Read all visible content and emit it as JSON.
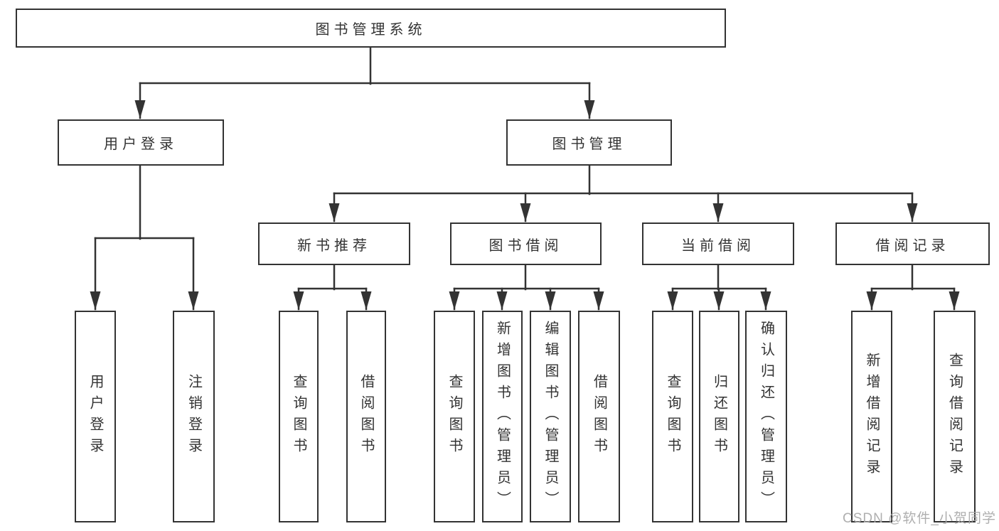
{
  "tree": {
    "root": "图书管理系统",
    "children": [
      {
        "label": "用户登录",
        "children": [
          {
            "label": "用户登录"
          },
          {
            "label": "注销登录"
          }
        ]
      },
      {
        "label": "图书管理",
        "children": [
          {
            "label": "新书推荐",
            "children": [
              {
                "label": "查询图书"
              },
              {
                "label": "借阅图书"
              }
            ]
          },
          {
            "label": "图书借阅",
            "children": [
              {
                "label": "查询图书"
              },
              {
                "label": "新增图书（管理员）"
              },
              {
                "label": "编辑图书（管理员）"
              },
              {
                "label": "借阅图书"
              }
            ]
          },
          {
            "label": "当前借阅",
            "children": [
              {
                "label": "查询图书"
              },
              {
                "label": "归还图书"
              },
              {
                "label": "确认归还（管理员）"
              }
            ]
          },
          {
            "label": "借阅记录",
            "children": [
              {
                "label": "新增借阅记录"
              },
              {
                "label": "查询借阅记录"
              }
            ]
          }
        ]
      }
    ]
  },
  "watermark": "CSDN @软件_小贺同学",
  "colors": {
    "line": "#333333",
    "box_border": "#333333",
    "box_fill": "#ffffff",
    "text": "#333333",
    "watermark": "#a8a8a8",
    "background": "#ffffff"
  }
}
